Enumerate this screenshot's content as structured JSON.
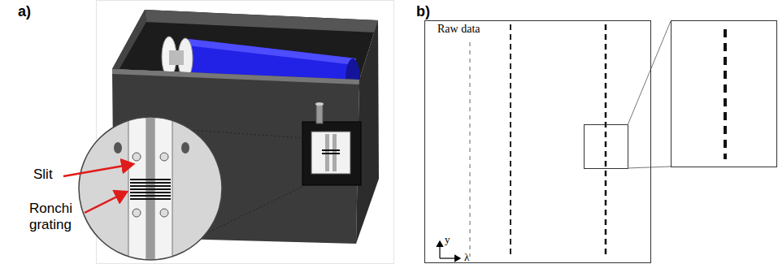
{
  "diagram": {
    "nodes": [
      {
        "text": [
          "Raw data"
        ]
      }
    ],
    "labels": [
      "a)",
      "b)",
      "Slit",
      "Ronchi grating",
      "y",
      "λ"
    ]
  }
}
